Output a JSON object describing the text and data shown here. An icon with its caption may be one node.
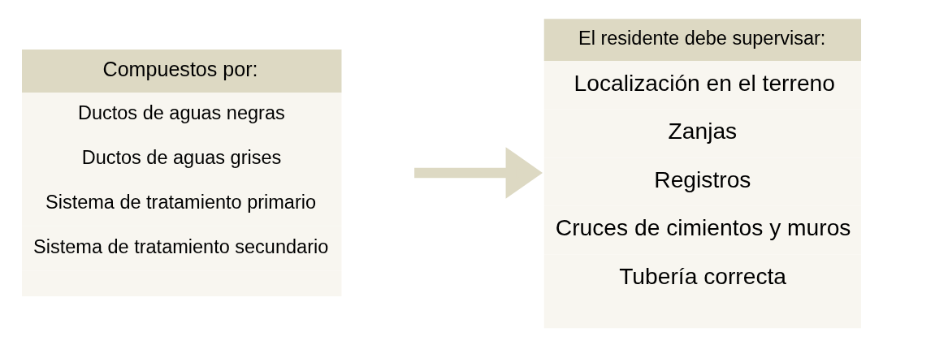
{
  "diagram": {
    "nodes": [
      {
        "text": [
          "Compuestos por:",
          "Ductos de aguas negras",
          "Ductos de aguas grises",
          "Sistema de tratamiento primario",
          "Sistema de tratamiento secundario"
        ]
      },
      {
        "text": [
          "El residente debe supervisar:",
          "Localización en el terreno",
          "Zanjas",
          "Registros",
          "Cruces de cimientos y muros",
          "Tubería correcta"
        ]
      }
    ],
    "edges": [
      {
        "from": 0,
        "to": 1,
        "arrow": "to"
      }
    ]
  }
}
